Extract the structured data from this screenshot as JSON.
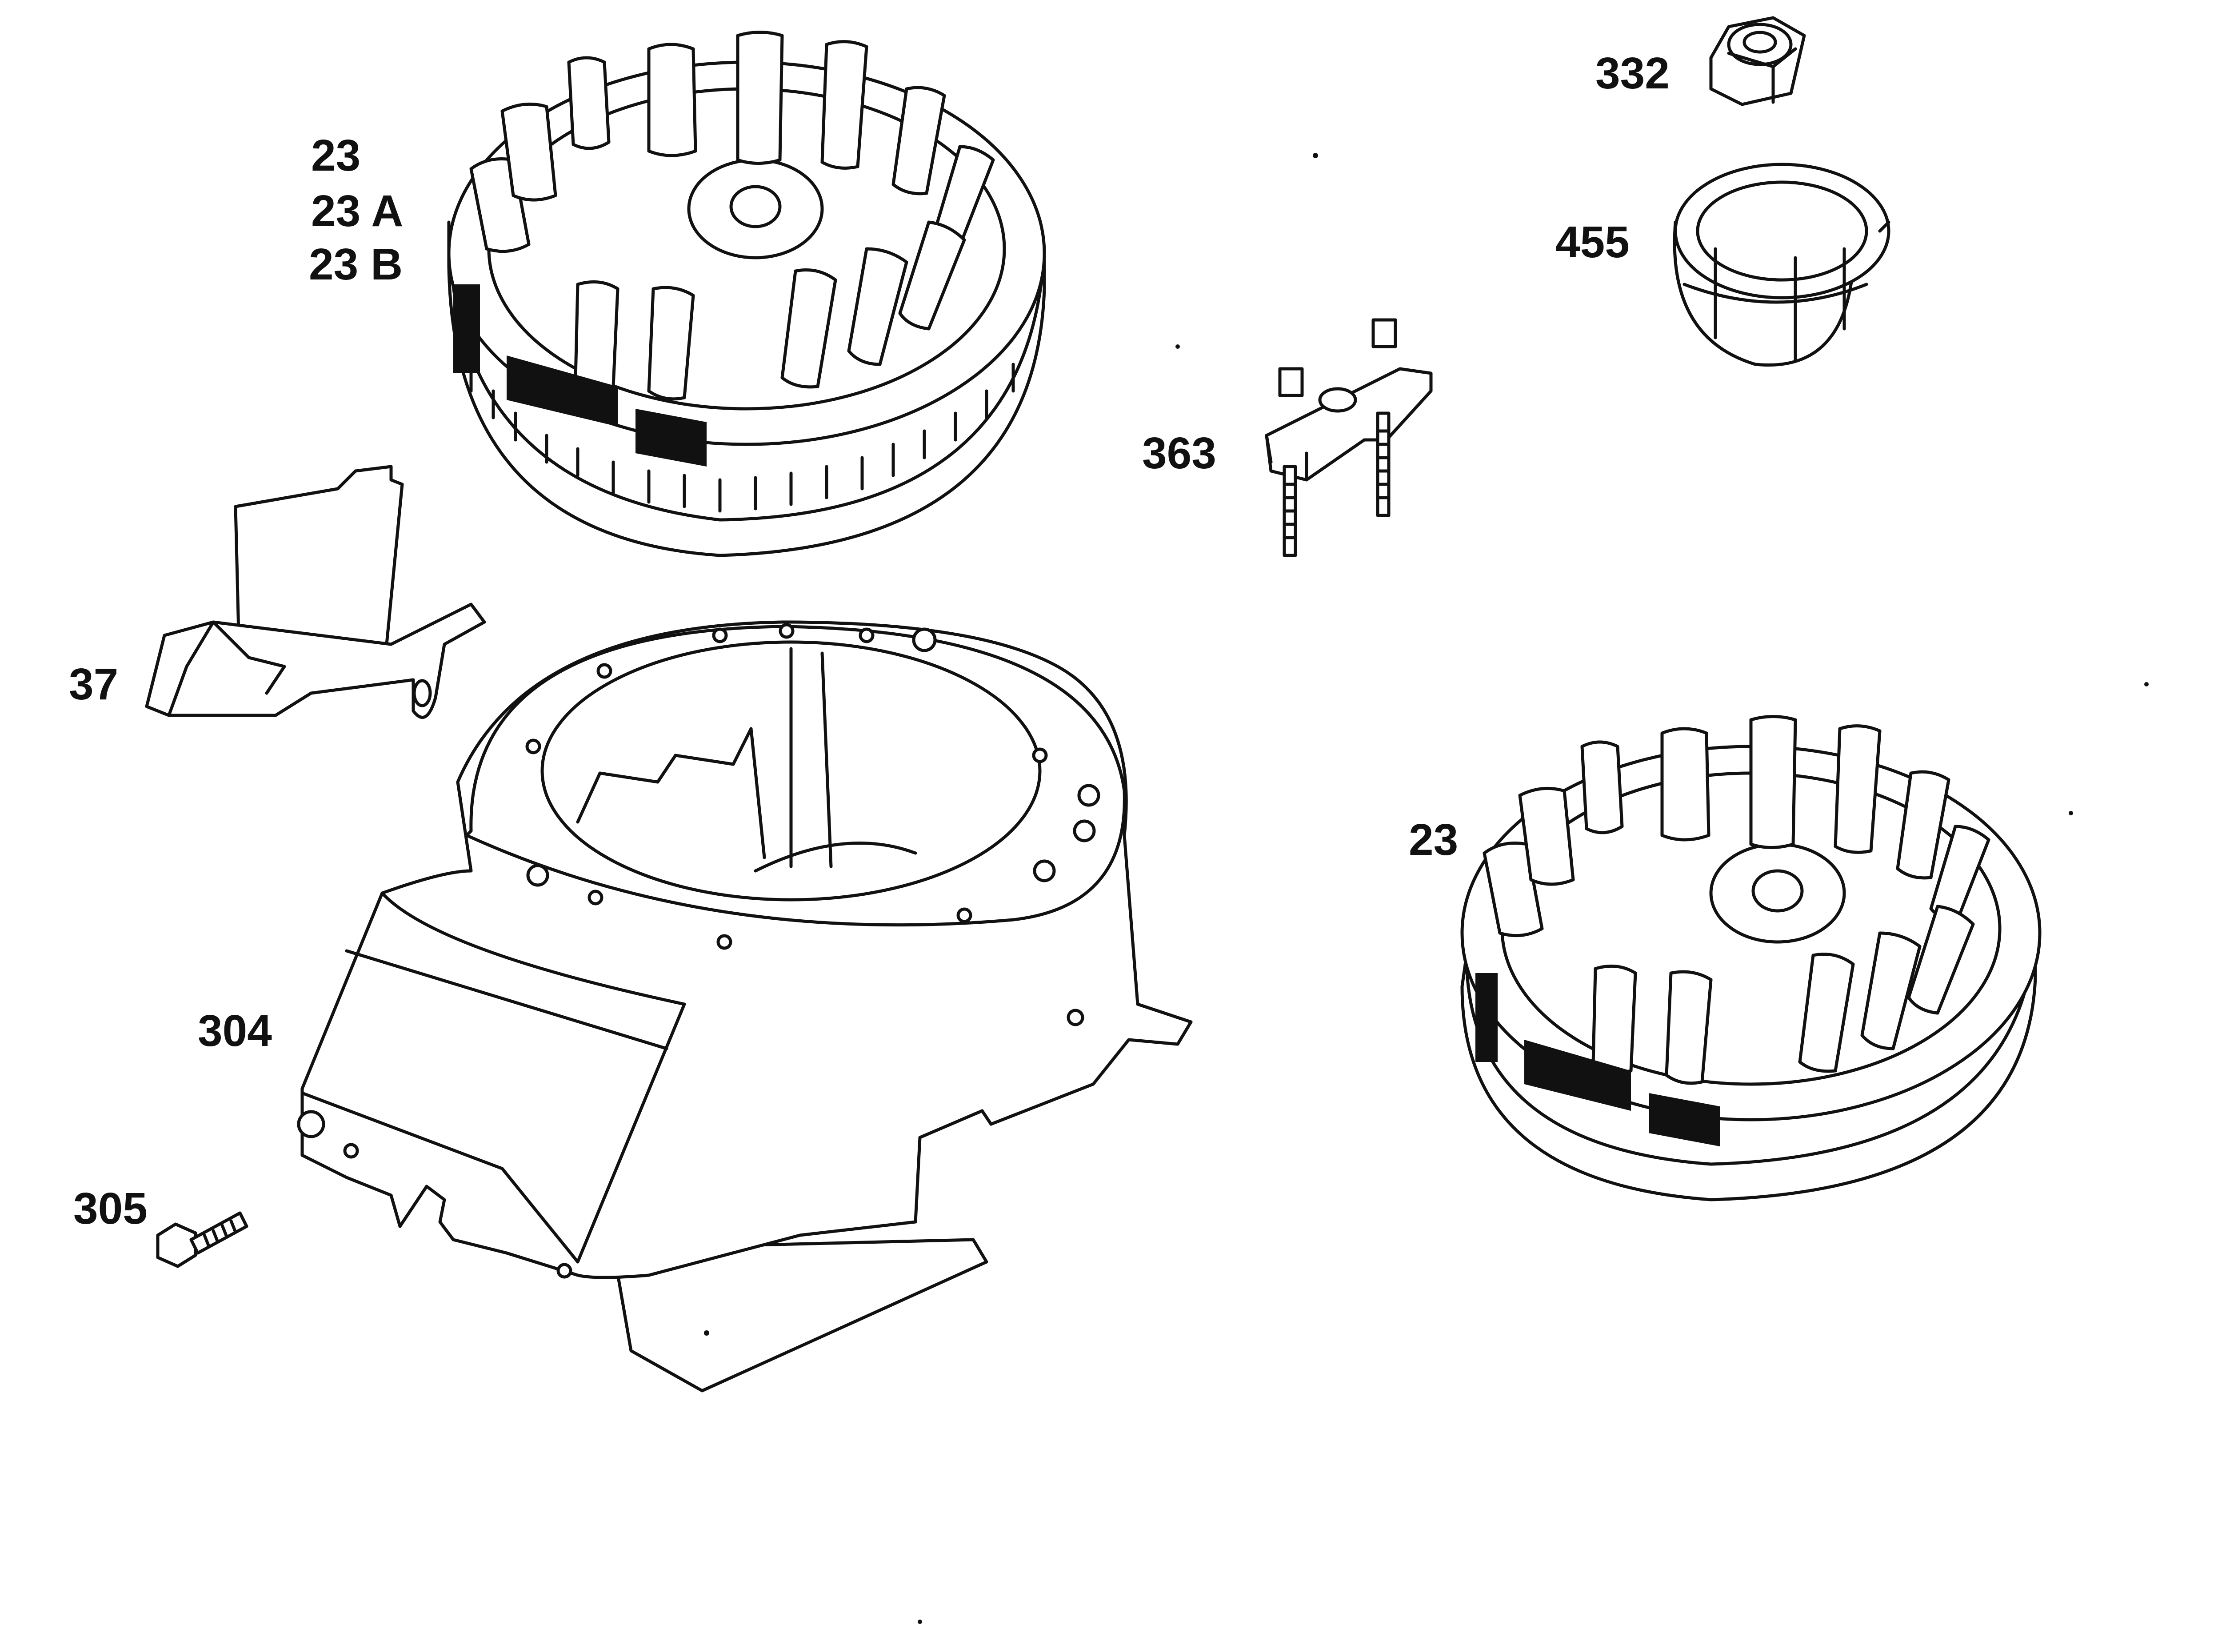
{
  "callouts": {
    "part_23_top": "23",
    "part_23a": "23 A",
    "part_23b": "23 B",
    "part_332": "332",
    "part_455": "455",
    "part_363": "363",
    "part_37": "37",
    "part_23_right": "23",
    "part_304": "304",
    "part_305": "305"
  }
}
